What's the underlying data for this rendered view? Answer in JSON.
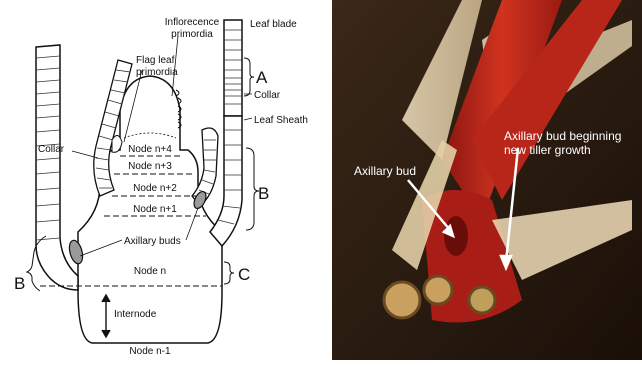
{
  "diagram": {
    "labels": {
      "inflorescence_primordia": [
        "Inflorecence",
        "primordia"
      ],
      "leaf_blade": "Leaf blade",
      "flag_leaf_primordia": [
        "Flag leaf",
        "primordia"
      ],
      "marker_a": "A",
      "collar_right": "Collar",
      "leaf_sheath": "Leaf Sheath",
      "collar_left": "Collar",
      "node_n4": "Node n+4",
      "node_n3": "Node n+3",
      "node_n2": "Node n+2",
      "node_n1": "Node n+1",
      "marker_b_right": "B",
      "axillary_buds": "Axillary buds",
      "node_n": "Node n",
      "marker_c": "C",
      "marker_b_left": "B",
      "internode": "Internode",
      "node_n_minus_1": "Node n-1"
    }
  },
  "photo": {
    "labels": {
      "axillary_bud": "Axillary bud",
      "bud_new_tiller": [
        "Axillary bud beginning",
        "new tiller growth"
      ]
    }
  },
  "colors": {
    "bud_fill": "#9a9a9a",
    "photo_background": "#2a1a10",
    "stem_red": "#c0281e",
    "label_box": "#ffffff"
  }
}
